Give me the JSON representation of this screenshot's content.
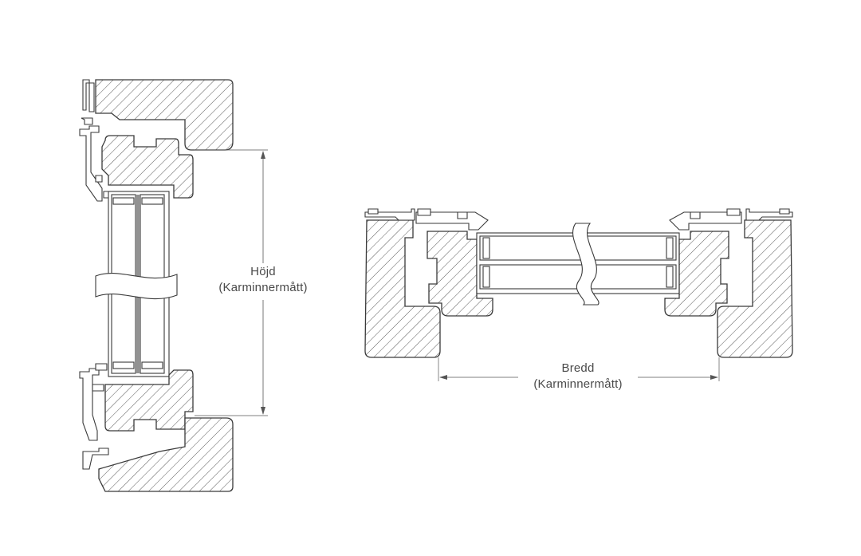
{
  "height_label": {
    "line1": "Höjd",
    "line2": "(Karminnermått)"
  },
  "width_label": {
    "line1": "Bredd",
    "line2": "(Karminnermått)"
  }
}
